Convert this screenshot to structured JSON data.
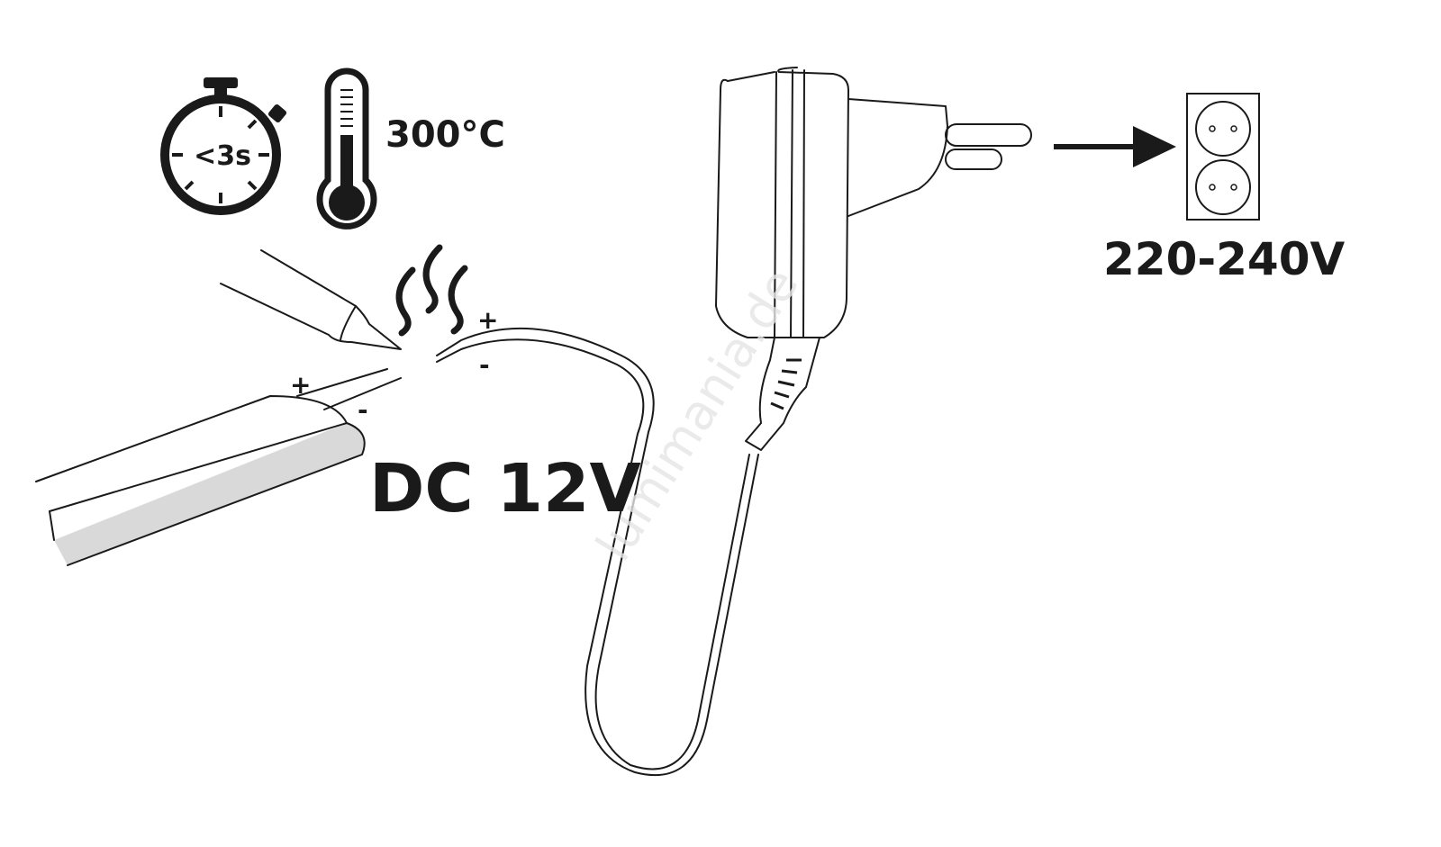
{
  "labels": {
    "time": "<3s",
    "temperature": "300°C",
    "plus_wire": "+",
    "minus_wire": "-",
    "plus_strip": "+",
    "minus_strip": "-",
    "dc_voltage": "DC 12V",
    "ac_voltage": "220-240V"
  },
  "watermark": "lumimania.de",
  "colors": {
    "ink": "#1a1a1a",
    "strip_fill": "#d9d9d9",
    "watermark": "#e6e6e6"
  }
}
